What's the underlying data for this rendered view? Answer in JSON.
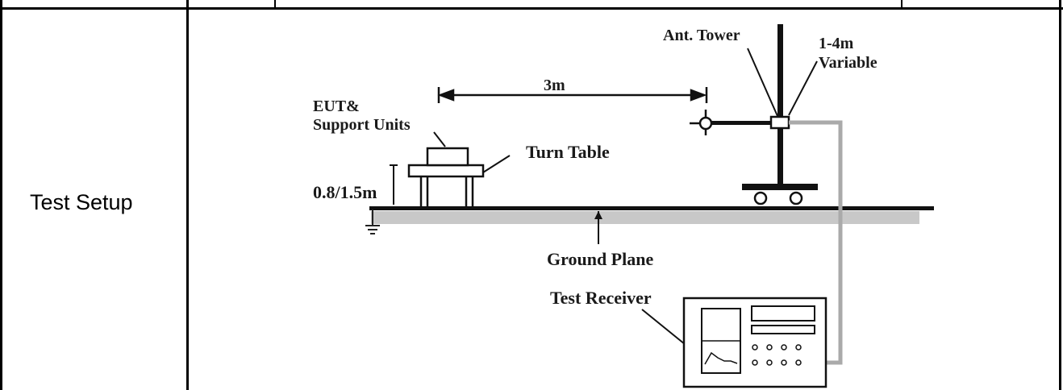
{
  "table": {
    "row_label": "Test Setup"
  },
  "diagram": {
    "ant_tower": "Ant. Tower",
    "height_range_line1": "1-4m",
    "height_range_line2": "Variable",
    "eut_line1": "EUT&",
    "eut_line2": "Support Units",
    "distance": "3m",
    "turn_table": "Turn Table",
    "table_height": "0.8/1.5m",
    "ground_plane": "Ground Plane",
    "test_receiver": "Test Receiver"
  }
}
